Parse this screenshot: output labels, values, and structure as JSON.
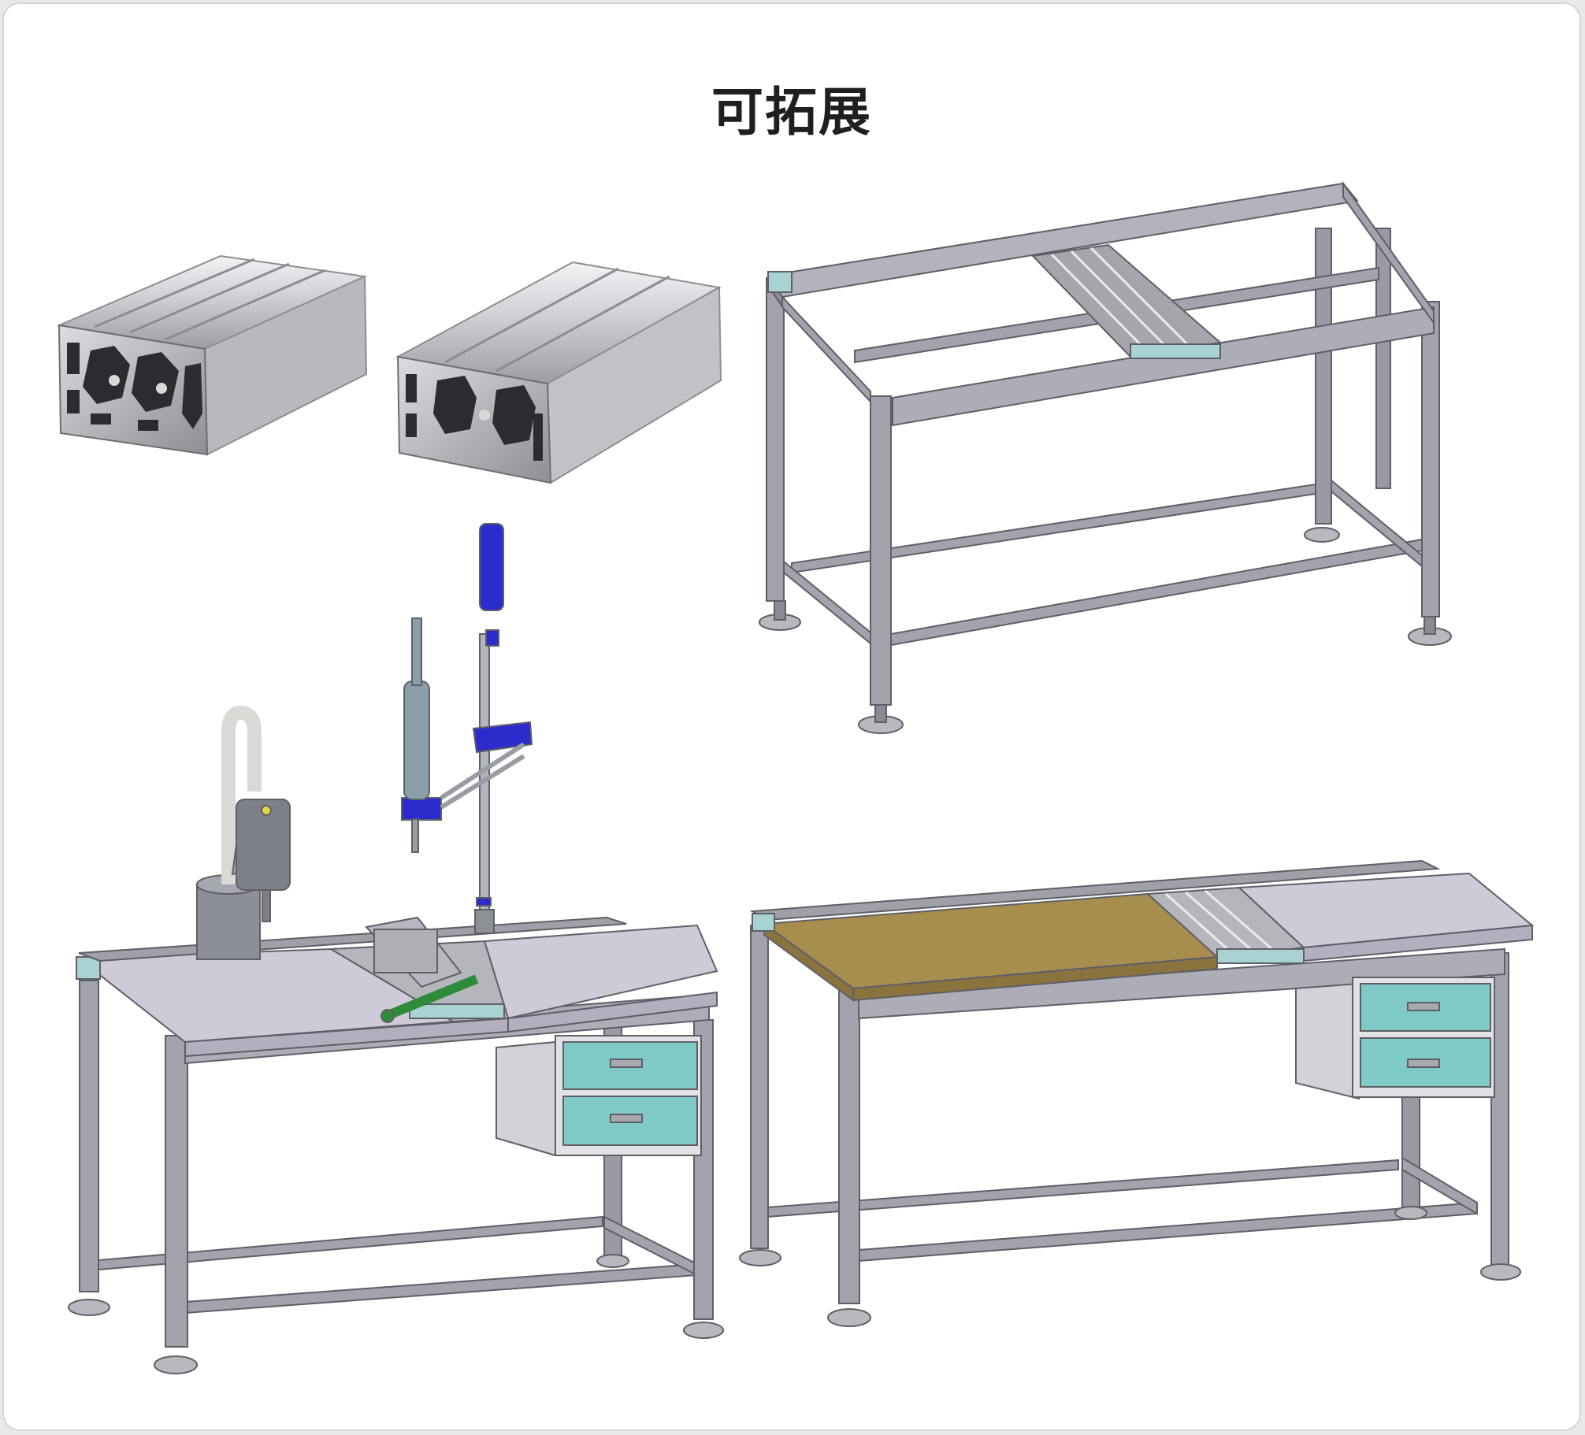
{
  "title": "可拓展",
  "colors": {
    "frame": "#a3a3ad",
    "frame_dark": "#6f6f78",
    "frame_light": "#d4d4dc",
    "profile": "#c6c8cc",
    "tabletop": "#cfcad8",
    "wood_top": "#a78d4e",
    "drawer": "#7fc9c6",
    "fixture_blue": "#2c2ccc",
    "vise_handle": "#2e8b3a"
  },
  "objects": [
    {
      "name": "aluminum-profile-4-slot",
      "icon": "aluminum-extrusion"
    },
    {
      "name": "aluminum-profile-3-slot",
      "icon": "aluminum-extrusion"
    },
    {
      "name": "open-frame-table",
      "icon": "workbench-frame"
    },
    {
      "name": "workbench-with-scara-robot",
      "icon": "workbench-robot"
    },
    {
      "name": "workbench-with-wood-top",
      "icon": "workbench-drawers"
    }
  ]
}
